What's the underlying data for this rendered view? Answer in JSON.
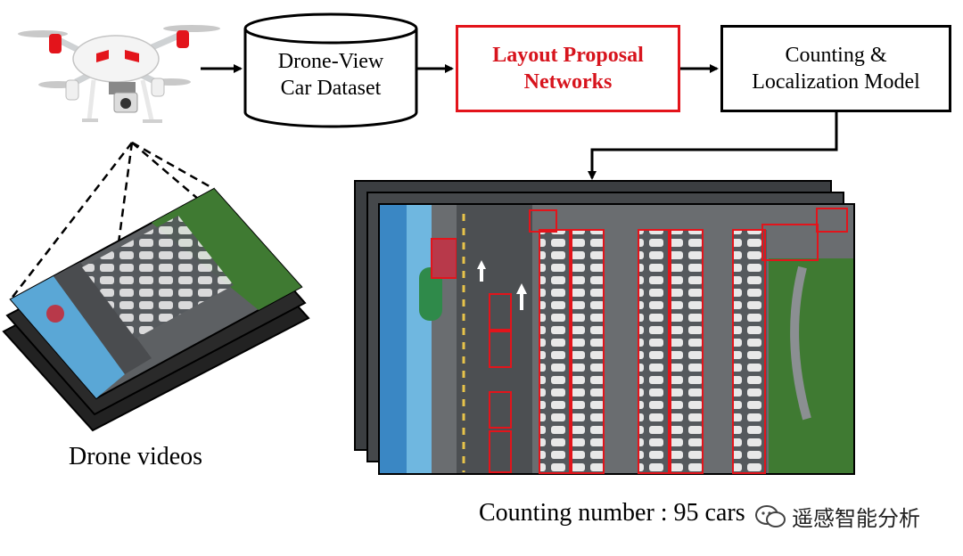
{
  "nodes": {
    "dataset_line1": "Drone-View",
    "dataset_line2": "Car Dataset",
    "proposal_line1": "Layout Proposal",
    "proposal_line2": "Networks",
    "counting_line1": "Counting &",
    "counting_line2": "Localization Model"
  },
  "captions": {
    "drone_videos": "Drone videos",
    "counting_result": "Counting number : 95 cars"
  },
  "watermark": {
    "text": "遥感智能分析",
    "icon": "wechat-icon"
  },
  "colors": {
    "accent_red": "#e3141b",
    "asphalt": "#5d6063",
    "grass": "#3f7a32"
  }
}
